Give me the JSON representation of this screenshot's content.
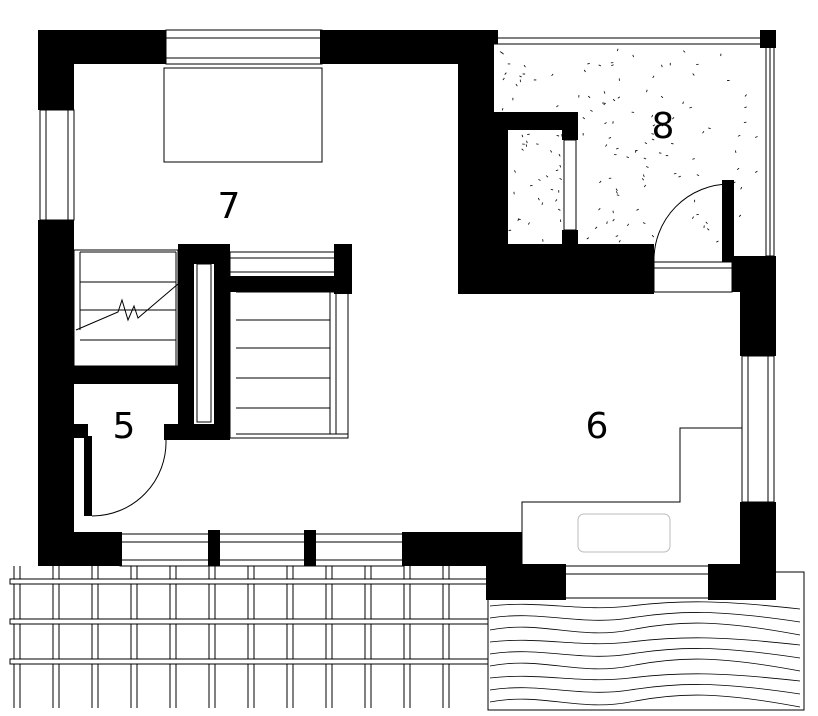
{
  "floor_plan": {
    "rooms": [
      {
        "id": "room-5",
        "label": "5"
      },
      {
        "id": "room-6",
        "label": "6"
      },
      {
        "id": "room-7",
        "label": "7"
      },
      {
        "id": "room-8",
        "label": "8"
      }
    ]
  },
  "colors": {
    "wall": "#000000",
    "line": "#000000",
    "background": "#ffffff",
    "fixture": "#bbbbbb"
  }
}
